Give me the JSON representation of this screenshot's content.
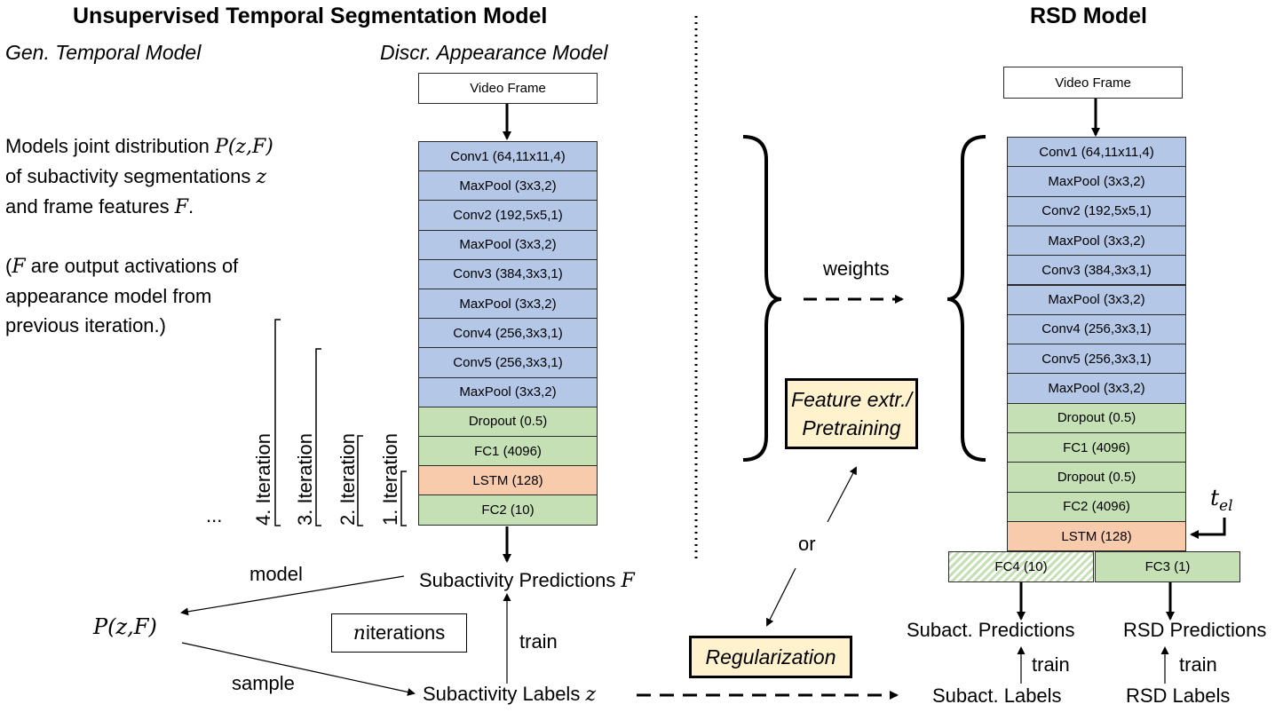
{
  "left": {
    "title": "Unsupervised Temporal Segmentation Model",
    "gen_label": "Gen. Temporal Model",
    "discr_label": "Discr. Appearance Model",
    "desc": {
      "line1_pre": "Models joint distribution ",
      "line1_math": "P(z,F)",
      "line2_pre": "of subactivity segmentations ",
      "line2_math": "z",
      "line3_pre": "and frame features ",
      "line3_math": "F",
      "line3_post": ".",
      "line4_pre": "(",
      "line4_math": "F",
      "line4_post": " are output activations of",
      "line5": "appearance model from",
      "line6": "previous iteration.)"
    },
    "video_frame": "Video Frame",
    "layers": [
      {
        "label": "Conv1 (64,11x11,4)",
        "color": "blue"
      },
      {
        "label": "MaxPool (3x3,2)",
        "color": "blue"
      },
      {
        "label": "Conv2 (192,5x5,1)",
        "color": "blue"
      },
      {
        "label": "MaxPool (3x3,2)",
        "color": "blue"
      },
      {
        "label": "Conv3 (384,3x3,1)",
        "color": "blue"
      },
      {
        "label": "MaxPool (3x3,2)",
        "color": "blue"
      },
      {
        "label": "Conv4 (256,3x3,1)",
        "color": "blue"
      },
      {
        "label": "Conv5 (256,3x3,1)",
        "color": "blue"
      },
      {
        "label": "MaxPool (3x3,2)",
        "color": "blue"
      },
      {
        "label": "Dropout (0.5)",
        "color": "green"
      },
      {
        "label": "FC1 (4096)",
        "color": "green"
      },
      {
        "label": "LSTM (128)",
        "color": "orange"
      },
      {
        "label": "FC2 (10)",
        "color": "green"
      }
    ],
    "iterations": [
      "4. Iteration",
      "3. Iteration",
      "2. Iteration",
      "1. Iteration"
    ],
    "ellipsis": "...",
    "subactivity_predictions": "Subactivity Predictions ",
    "subactivity_predictions_math": "F",
    "pzf": "P(z,F)",
    "model_label": "model",
    "sample_label": "sample",
    "train_label": "train",
    "n_iterations_math": "n",
    "n_iterations_text": " iterations",
    "subactivity_labels": "Subactivity Labels ",
    "subactivity_labels_math": "z"
  },
  "middle": {
    "weights": "weights",
    "feature_box_line1": "Feature extr./",
    "feature_box_line2": "Pretraining",
    "or": "or",
    "regularization": "Regularization"
  },
  "right": {
    "title": "RSD Model",
    "video_frame": "Video Frame",
    "layers": [
      {
        "label": "Conv1 (64,11x11,4)",
        "color": "blue"
      },
      {
        "label": "MaxPool (3x3,2)",
        "color": "blue"
      },
      {
        "label": "Conv2 (192,5x5,1)",
        "color": "blue"
      },
      {
        "label": "MaxPool (3x3,2)",
        "color": "blue"
      },
      {
        "label": "Conv3 (384,3x3,1)",
        "color": "blue"
      },
      {
        "label": "MaxPool (3x3,2)",
        "color": "blue"
      },
      {
        "label": "Conv4 (256,3x3,1)",
        "color": "blue"
      },
      {
        "label": "Conv5 (256,3x3,1)",
        "color": "blue"
      },
      {
        "label": "MaxPool (3x3,2)",
        "color": "blue"
      },
      {
        "label": "Dropout (0.5)",
        "color": "green"
      },
      {
        "label": "FC1 (4096)",
        "color": "green"
      },
      {
        "label": "Dropout (0.5)",
        "color": "green"
      },
      {
        "label": "FC2 (4096)",
        "color": "green"
      },
      {
        "label": "LSTM (128)",
        "color": "orange"
      }
    ],
    "fc4": "FC4 (10)",
    "fc3": "FC3 (1)",
    "tel_base": "t",
    "tel_sub": "el",
    "subact_predictions": "Subact. Predictions",
    "rsd_predictions": "RSD Predictions",
    "train_label": "train",
    "subact_labels": "Subact. Labels",
    "rsd_labels": "RSD Labels"
  },
  "colors": {
    "blue": "#b4c7e7",
    "green": "#c5e0b4",
    "orange": "#f8cbad",
    "yellow": "#fff2cc"
  }
}
